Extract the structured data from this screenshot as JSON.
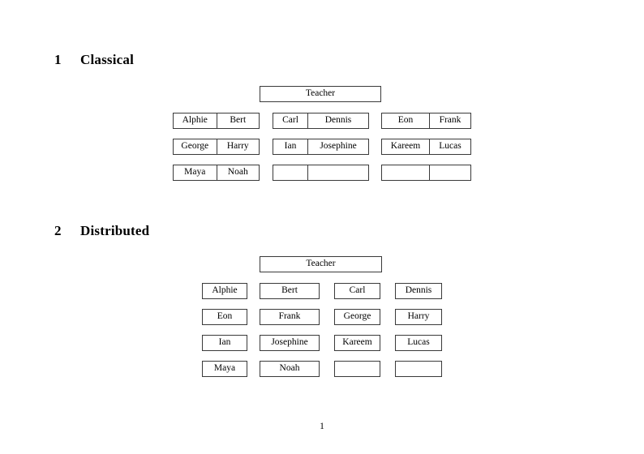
{
  "document": {
    "page_number": "1"
  },
  "sections": [
    {
      "number": "1",
      "title": "Classical",
      "teacher": {
        "label": "Teacher"
      },
      "groups": [
        {
          "rows": [
            {
              "left": "Alphie",
              "right": "Bert"
            },
            {
              "left": "George",
              "right": "Harry"
            },
            {
              "left": "Maya",
              "right": "Noah"
            }
          ]
        },
        {
          "rows": [
            {
              "left": "Carl",
              "right": "Dennis"
            },
            {
              "left": "Ian",
              "right": "Josephine"
            },
            {
              "left": "",
              "right": ""
            }
          ]
        },
        {
          "rows": [
            {
              "left": "Eon",
              "right": "Frank"
            },
            {
              "left": "Kareem",
              "right": "Lucas"
            },
            {
              "left": "",
              "right": ""
            }
          ]
        }
      ]
    },
    {
      "number": "2",
      "title": "Distributed",
      "teacher": {
        "label": "Teacher"
      },
      "rows": [
        {
          "cells": [
            "Alphie",
            "Bert",
            "Carl",
            "Dennis"
          ]
        },
        {
          "cells": [
            "Eon",
            "Frank",
            "George",
            "Harry"
          ]
        },
        {
          "cells": [
            "Ian",
            "Josephine",
            "Kareem",
            "Lucas"
          ]
        },
        {
          "cells": [
            "Maya",
            "Noah",
            "",
            ""
          ]
        }
      ]
    }
  ]
}
